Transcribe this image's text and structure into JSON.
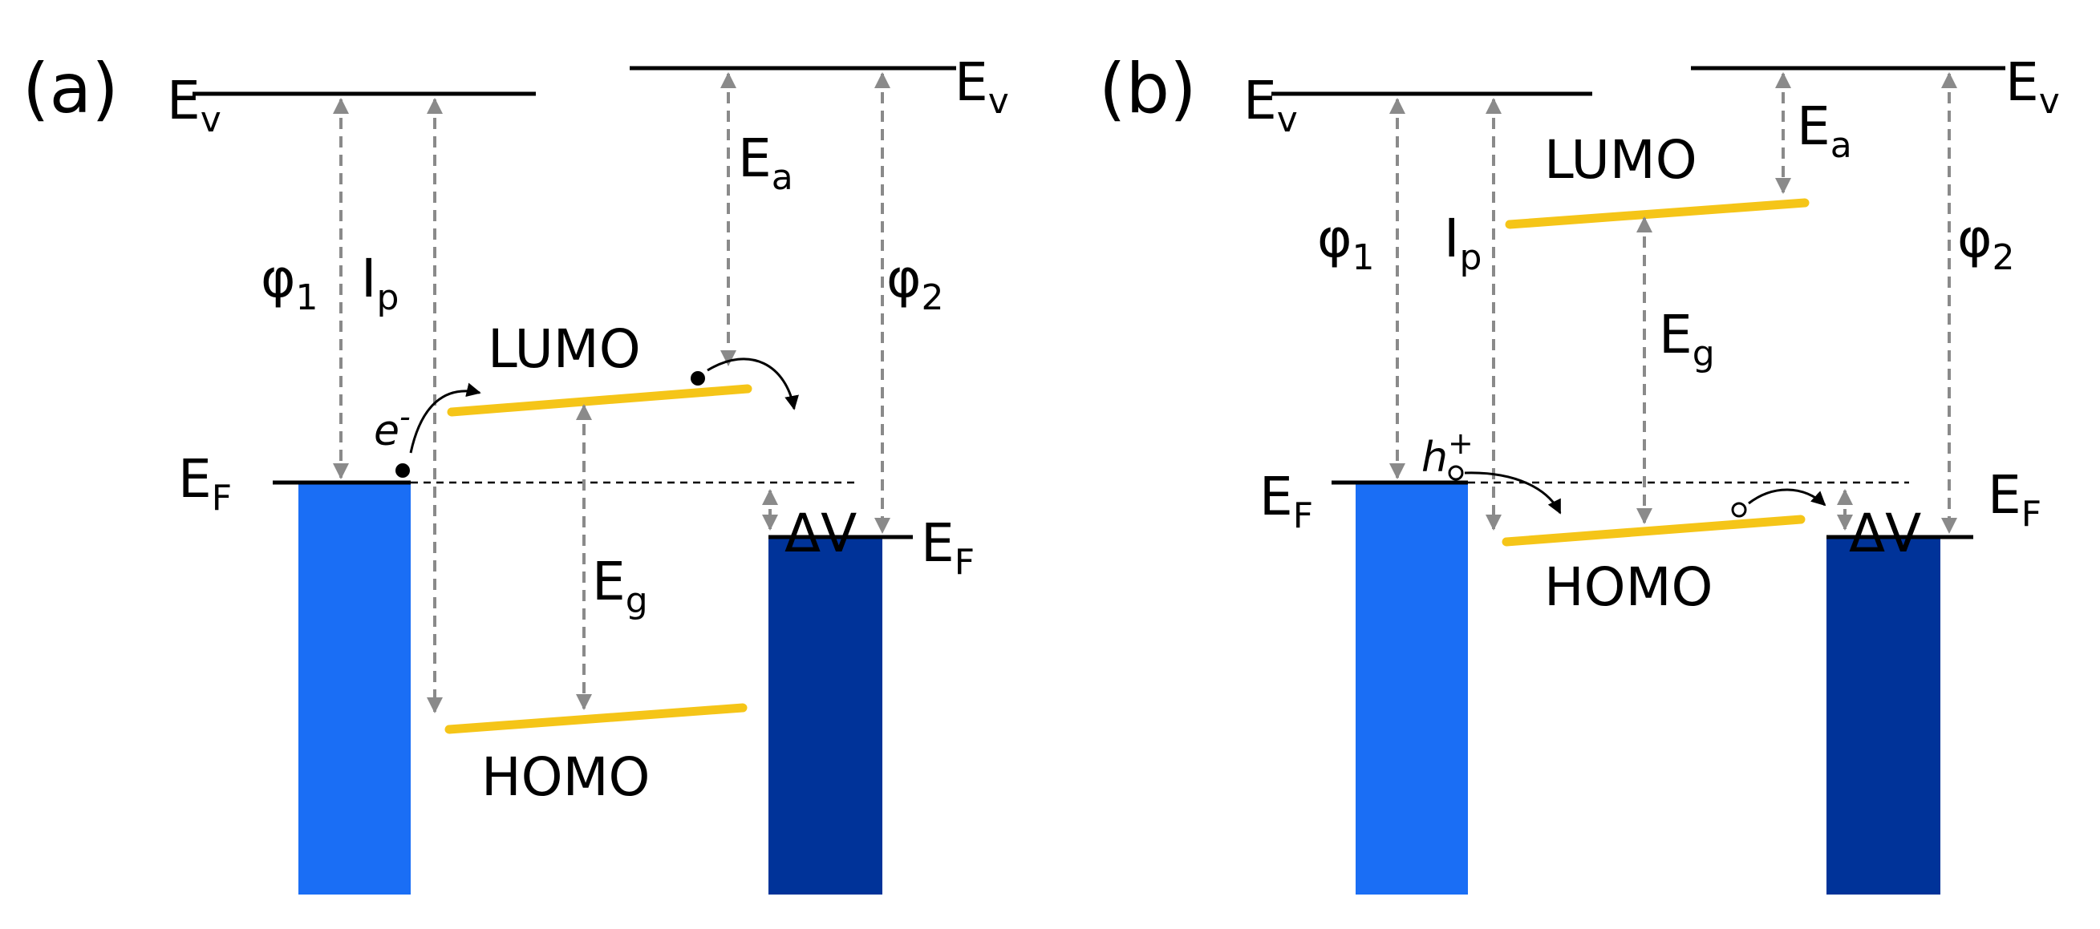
{
  "panels": [
    {
      "id": "a",
      "panel_label": "(a)",
      "vacuum_left_label": "E",
      "vacuum_left_sub": "v",
      "vacuum_right_label": "E",
      "vacuum_right_sub": "v",
      "fermi_left_label": "E",
      "fermi_left_sub": "F",
      "fermi_right_label": "E",
      "fermi_right_sub": "F",
      "phi1_label": "φ",
      "phi1_sub": "1",
      "phi2_label": "φ",
      "phi2_sub": "2",
      "ip_label": "I",
      "ip_sub": "p",
      "ea_label": "E",
      "ea_sub": "a",
      "eg_label": "E",
      "eg_sub": "g",
      "lumo_label": "LUMO",
      "homo_label": "HOMO",
      "delta_v_label": "ΔV",
      "carrier_label": "e",
      "carrier_sup": "-"
    },
    {
      "id": "b",
      "panel_label": "(b)",
      "vacuum_left_label": "E",
      "vacuum_left_sub": "v",
      "vacuum_right_label": "E",
      "vacuum_right_sub": "v",
      "fermi_left_label": "E",
      "fermi_left_sub": "F",
      "fermi_right_label": "E",
      "fermi_right_sub": "F",
      "phi1_label": "φ",
      "phi1_sub": "1",
      "phi2_label": "φ",
      "phi2_sub": "2",
      "ip_label": "I",
      "ip_sub": "p",
      "ea_label": "E",
      "ea_sub": "a",
      "eg_label": "E",
      "eg_sub": "g",
      "lumo_label": "LUMO",
      "homo_label": "HOMO",
      "delta_v_label": "ΔV",
      "carrier_label": "h",
      "carrier_sup": "+"
    }
  ],
  "colors": {
    "left_electrode": "#1a6ef5",
    "right_electrode": "#003399",
    "orbital": "#f5c518",
    "dimension_arrow": "#8a8a8a"
  }
}
